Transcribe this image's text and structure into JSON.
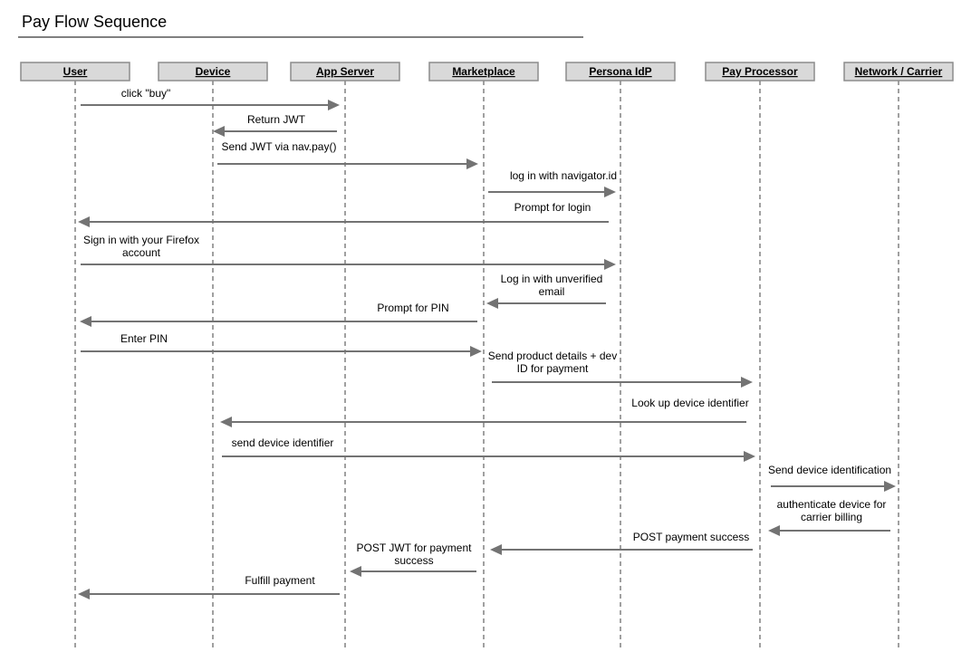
{
  "title": "Pay Flow Sequence",
  "actors": [
    {
      "id": "user",
      "label": "User"
    },
    {
      "id": "device",
      "label": "Device"
    },
    {
      "id": "app_server",
      "label": "App Server"
    },
    {
      "id": "marketplace",
      "label": "Marketplace"
    },
    {
      "id": "persona",
      "label": "Persona IdP"
    },
    {
      "id": "pay_processor",
      "label": "Pay Processor"
    },
    {
      "id": "network",
      "label": "Network / Carrier"
    }
  ],
  "messages": [
    {
      "from": "user",
      "to": "app_server",
      "label": [
        "click \"buy\""
      ]
    },
    {
      "from": "app_server",
      "to": "device",
      "label": [
        "Return JWT"
      ]
    },
    {
      "from": "device",
      "to": "marketplace",
      "label": [
        "Send JWT via nav.pay()"
      ]
    },
    {
      "from": "marketplace",
      "to": "persona",
      "label": [
        "log in with navigator.id"
      ]
    },
    {
      "from": "persona",
      "to": "user",
      "label": [
        "Prompt for login"
      ]
    },
    {
      "from": "user",
      "to": "persona",
      "label": [
        "Sign in with your Firefox",
        "account"
      ]
    },
    {
      "from": "persona",
      "to": "marketplace",
      "label": [
        "Log in with unverified",
        "email"
      ]
    },
    {
      "from": "marketplace",
      "to": "user",
      "label": [
        "Prompt for PIN"
      ]
    },
    {
      "from": "user",
      "to": "marketplace",
      "label": [
        "Enter PIN"
      ]
    },
    {
      "from": "marketplace",
      "to": "pay_processor",
      "label": [
        "Send product details + dev",
        "ID for payment"
      ]
    },
    {
      "from": "pay_processor",
      "to": "device",
      "label": [
        "Look up device identifier"
      ]
    },
    {
      "from": "device",
      "to": "pay_processor",
      "label": [
        "send device identifier"
      ]
    },
    {
      "from": "pay_processor",
      "to": "network",
      "label": [
        "Send device identification"
      ]
    },
    {
      "from": "network",
      "to": "pay_processor",
      "label": [
        "authenticate device for",
        "carrier billing"
      ]
    },
    {
      "from": "pay_processor",
      "to": "marketplace",
      "label": [
        "POST payment success"
      ]
    },
    {
      "from": "marketplace",
      "to": "app_server",
      "label": [
        "POST JWT for payment",
        "success"
      ]
    },
    {
      "from": "app_server",
      "to": "user",
      "label": [
        "Fulfill payment"
      ]
    }
  ]
}
